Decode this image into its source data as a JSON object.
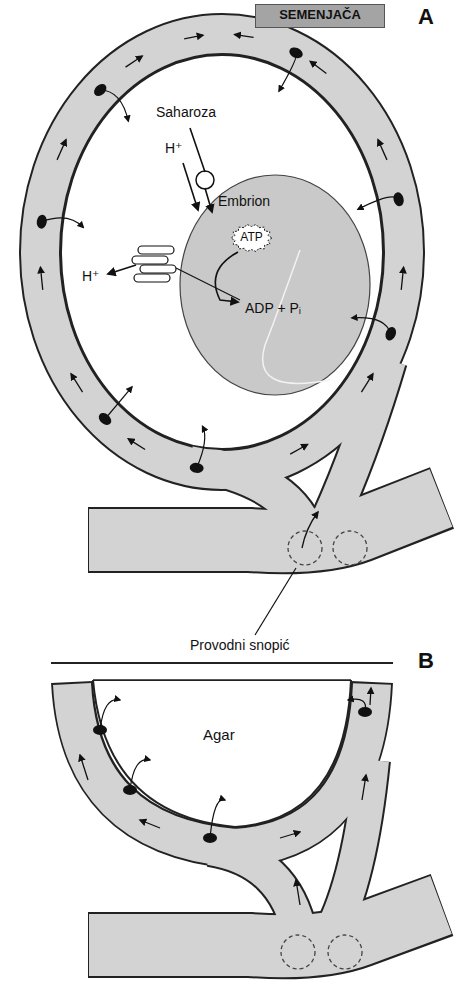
{
  "diagram": {
    "nodes": [
      {
        "text": [
          "SEMENJAČA"
        ]
      },
      {
        "text": [
          "Embrion"
        ]
      },
      {
        "text": [
          "ATP"
        ],
        "in": 1
      }
    ],
    "labels": [
      "A",
      "Saharoza",
      "H⁺",
      "H⁺",
      "ADP + Pᵢ",
      "Provodni snopić",
      "B",
      "Agar"
    ]
  }
}
